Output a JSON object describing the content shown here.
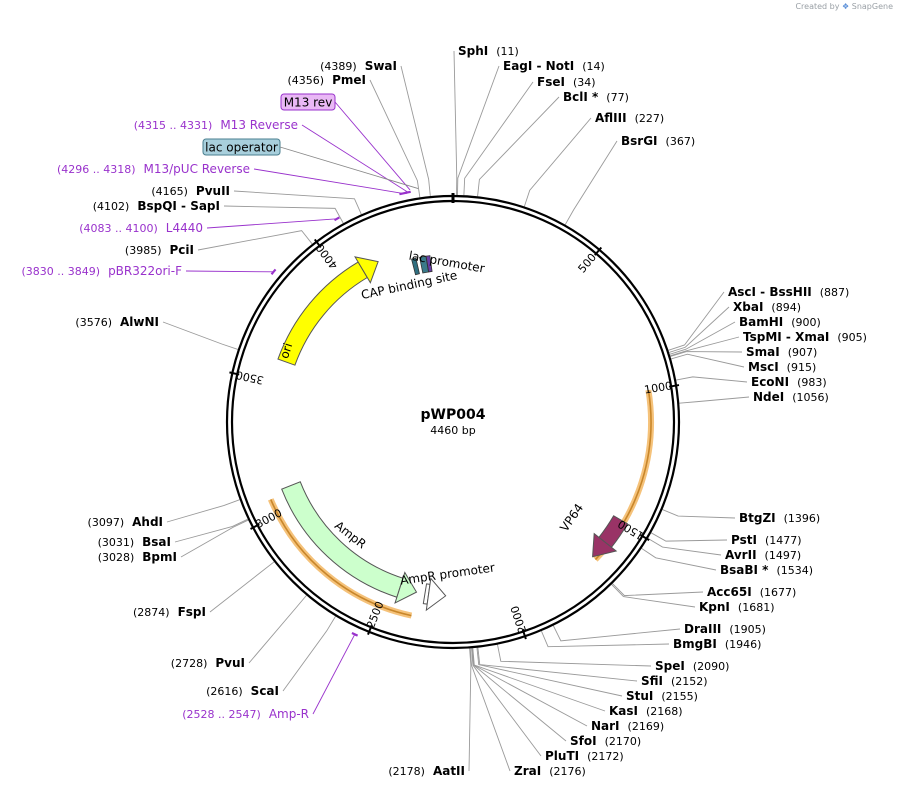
{
  "credit": {
    "prefix": "Created by",
    "brand": "SnapGene"
  },
  "plasmid": {
    "name": "pWP004",
    "size_label": "4460 bp",
    "length": 4460
  },
  "ticks": [
    {
      "pos": 500,
      "label": "500"
    },
    {
      "pos": 1000,
      "label": "1000"
    },
    {
      "pos": 1500,
      "label": "1500"
    },
    {
      "pos": 2000,
      "label": "2000"
    },
    {
      "pos": 2500,
      "label": "2500"
    },
    {
      "pos": 3000,
      "label": "3000"
    },
    {
      "pos": 3500,
      "label": "3500"
    },
    {
      "pos": 4000,
      "label": "4000"
    }
  ],
  "enzymes": [
    {
      "name": "SphI",
      "pos_text": "(11)",
      "site": 11
    },
    {
      "name": "EagI  -  NotI",
      "pos_text": "(14)",
      "site": 14
    },
    {
      "name": "FseI",
      "pos_text": "(34)",
      "site": 34
    },
    {
      "name": "BclI *",
      "pos_text": "(77)",
      "site": 77
    },
    {
      "name": "AflIII",
      "pos_text": "(227)",
      "site": 227
    },
    {
      "name": "BsrGI",
      "pos_text": "(367)",
      "site": 367
    },
    {
      "name": "AscI  -  BssHII",
      "pos_text": "(887)",
      "site": 887
    },
    {
      "name": "XbaI",
      "pos_text": "(894)",
      "site": 894
    },
    {
      "name": "BamHI",
      "pos_text": "(900)",
      "site": 900
    },
    {
      "name": "TspMI  -  XmaI",
      "pos_text": "(905)",
      "site": 905
    },
    {
      "name": "SmaI",
      "pos_text": "(907)",
      "site": 907
    },
    {
      "name": "MscI",
      "pos_text": "(915)",
      "site": 915
    },
    {
      "name": "EcoNI",
      "pos_text": "(983)",
      "site": 983
    },
    {
      "name": "NdeI",
      "pos_text": "(1056)",
      "site": 1056
    },
    {
      "name": "BtgZI",
      "pos_text": "(1396)",
      "site": 1396
    },
    {
      "name": "PstI",
      "pos_text": "(1477)",
      "site": 1477
    },
    {
      "name": "AvrII",
      "pos_text": "(1497)",
      "site": 1497
    },
    {
      "name": "BsaBI *",
      "pos_text": "(1534)",
      "site": 1534
    },
    {
      "name": "Acc65I",
      "pos_text": "(1677)",
      "site": 1677
    },
    {
      "name": "KpnI",
      "pos_text": "(1681)",
      "site": 1681
    },
    {
      "name": "DraIII",
      "pos_text": "(1905)",
      "site": 1905
    },
    {
      "name": "BmgBI",
      "pos_text": "(1946)",
      "site": 1946
    },
    {
      "name": "SpeI",
      "pos_text": "(2090)",
      "site": 2090
    },
    {
      "name": "SfiI",
      "pos_text": "(2152)",
      "site": 2152
    },
    {
      "name": "StuI",
      "pos_text": "(2155)",
      "site": 2155
    },
    {
      "name": "KasI",
      "pos_text": "(2168)",
      "site": 2168
    },
    {
      "name": "NarI",
      "pos_text": "(2169)",
      "site": 2169
    },
    {
      "name": "SfoI",
      "pos_text": "(2170)",
      "site": 2170
    },
    {
      "name": "PluTI",
      "pos_text": "(2172)",
      "site": 2172
    },
    {
      "name": "ZraI",
      "pos_text": "(2176)",
      "site": 2176
    },
    {
      "name": "AatII",
      "pos_text": "(2178)",
      "site": 2178
    },
    {
      "name": "ScaI",
      "pos_text": "(2616)",
      "site": 2616
    },
    {
      "name": "PvuI",
      "pos_text": "(2728)",
      "site": 2728
    },
    {
      "name": "FspI",
      "pos_text": "(2874)",
      "site": 2874
    },
    {
      "name": "BpmI",
      "pos_text": "(3028)",
      "site": 3028
    },
    {
      "name": "BsaI",
      "pos_text": "(3031)",
      "site": 3031
    },
    {
      "name": "AhdI",
      "pos_text": "(3097)",
      "site": 3097
    },
    {
      "name": "AlwNI",
      "pos_text": "(3576)",
      "site": 3576
    },
    {
      "name": "PciI",
      "pos_text": "(3985)",
      "site": 3985
    },
    {
      "name": "BspQI  -  SapI",
      "pos_text": "(4102)",
      "site": 4102
    },
    {
      "name": "PvuII",
      "pos_text": "(4165)",
      "site": 4165
    },
    {
      "name": "PmeI",
      "pos_text": "(4356)",
      "site": 4356
    },
    {
      "name": "SwaI",
      "pos_text": "(4389)",
      "site": 4389
    }
  ],
  "primers": [
    {
      "name": "M13 Reverse",
      "pos_text": "(4315 .. 4331)",
      "start": 4315,
      "end": 4331
    },
    {
      "name": "M13/pUC Reverse",
      "pos_text": "(4296 .. 4318)",
      "start": 4296,
      "end": 4318
    },
    {
      "name": "L4440",
      "pos_text": "(4083 .. 4100)",
      "start": 4083,
      "end": 4100
    },
    {
      "name": "pBR322ori-F",
      "pos_text": "(3830 .. 3849)",
      "start": 3830,
      "end": 3849
    },
    {
      "name": "Amp-R",
      "pos_text": "(2528 .. 2547)",
      "start": 2528,
      "end": 2547
    }
  ],
  "boxed_labels": [
    {
      "text": "M13 rev",
      "fill": "#e9b8f5",
      "stroke": "#9932cc"
    },
    {
      "text": "lac operator",
      "fill": "#a8cfdc",
      "stroke": "#4a7f8f"
    }
  ],
  "features": [
    {
      "name": "ori",
      "start": 3590,
      "end": 4150,
      "direction": "cw",
      "color": "#ffff00"
    },
    {
      "name": "AmpR",
      "start": 2380,
      "end": 3080,
      "direction": "ccw",
      "color": "#ccffcc"
    },
    {
      "name": "AmpR promoter",
      "start": 2260,
      "end": 2345,
      "direction": "ccw",
      "color": "#ffffff"
    },
    {
      "name": "VP64",
      "start": 1490,
      "end": 1660,
      "direction": "cw",
      "color": "#993366"
    },
    {
      "name": "lac promoter",
      "start": 4318,
      "end": 4345,
      "color": "#3a7a8a"
    },
    {
      "name": "CAP binding site",
      "start": 4283,
      "end": 4302,
      "color": "#2f6f80"
    }
  ],
  "orfs": [
    {
      "start": 1000,
      "end": 1660
    },
    {
      "start": 2380,
      "end": 3060
    }
  ],
  "colors": {
    "backbone": "#000000",
    "primer": "#9932cc",
    "orf": "#f5c27a",
    "orf_core": "#c8862a"
  }
}
